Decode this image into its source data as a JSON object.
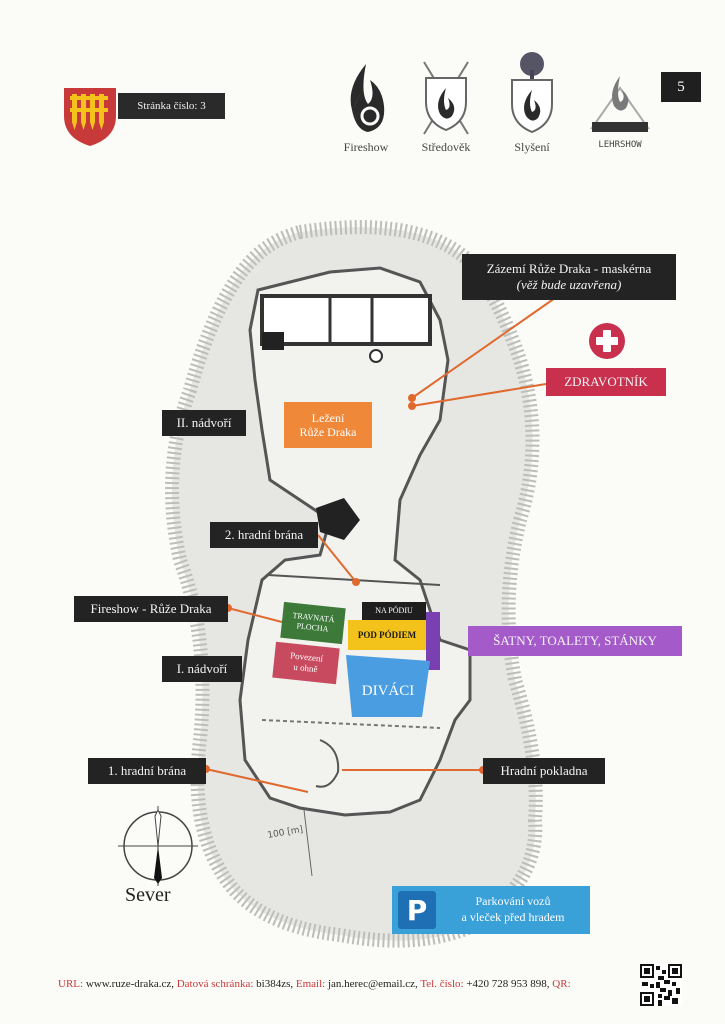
{
  "header": {
    "page_label": "Stránka číslo: 3",
    "page_number": "5",
    "logos": [
      {
        "icon": "fireshow-flame-icon",
        "label": "Fireshow"
      },
      {
        "icon": "stredovek-shield-icon",
        "label": "Středověk"
      },
      {
        "icon": "slyseni-tree-shield-icon",
        "label": "Slyšení"
      },
      {
        "icon": "lehrshow-tent-icon",
        "label": "LEHRSHOW"
      }
    ],
    "crest_color": "#c83a3a"
  },
  "map": {
    "labels": {
      "zazemi": "Zázemí Růže Draka - maskérna",
      "zazemi_note": "(věž bude uzavřena)",
      "zdravotnik": "ZDRAVOTNÍK",
      "nadvori2": "II. nádvoří",
      "lezeni_1": "Ležení",
      "lezeni_2": "Růže Draka",
      "brana2": "2. hradní brána",
      "fireshow": "Fireshow - Růže Draka",
      "nadvori1": "I. nádvoří",
      "satny": "ŠATNY, TOALETY, STÁNKY",
      "brana1": "1. hradní brána",
      "pokladna": "Hradní pokladna"
    },
    "zones": {
      "travnata_1": "TRAVNATÁ",
      "travnata_2": "PLOCHA",
      "na_podiu": "NA PÓDIU",
      "pod_podiem": "POD PÓDIEM",
      "povezeni_1": "Povezení",
      "povezeni_2": "u ohně",
      "divaci": "DIVÁCI"
    },
    "colors": {
      "lezeni": "#f0883a",
      "travnata": "#3d7a3a",
      "na_podiu": "#1e1e1e",
      "pod_podiem": "#f3c21b",
      "povezeni": "#c84a5e",
      "divaci": "#4a9de0",
      "satny_bar": "#7a3fb0",
      "first_aid": "#c9304e"
    },
    "scale_text": "100 [m]",
    "compass_label": "Sever"
  },
  "parking": {
    "icon": "parking-icon",
    "letter": "P",
    "line1": "Parkování vozů",
    "line2": "a vleček před hradem"
  },
  "footer": {
    "url_k": "URL:",
    "url": " www.ruze-draka.cz, ",
    "ds_k": "Datová schránka:",
    "ds": " bi384zs, ",
    "email_k": "Email:",
    "email": " jan.herec@email.cz, ",
    "tel_k": "Tel. číslo:",
    "tel": " +420 728 953 898, ",
    "qr_k": "QR:"
  }
}
